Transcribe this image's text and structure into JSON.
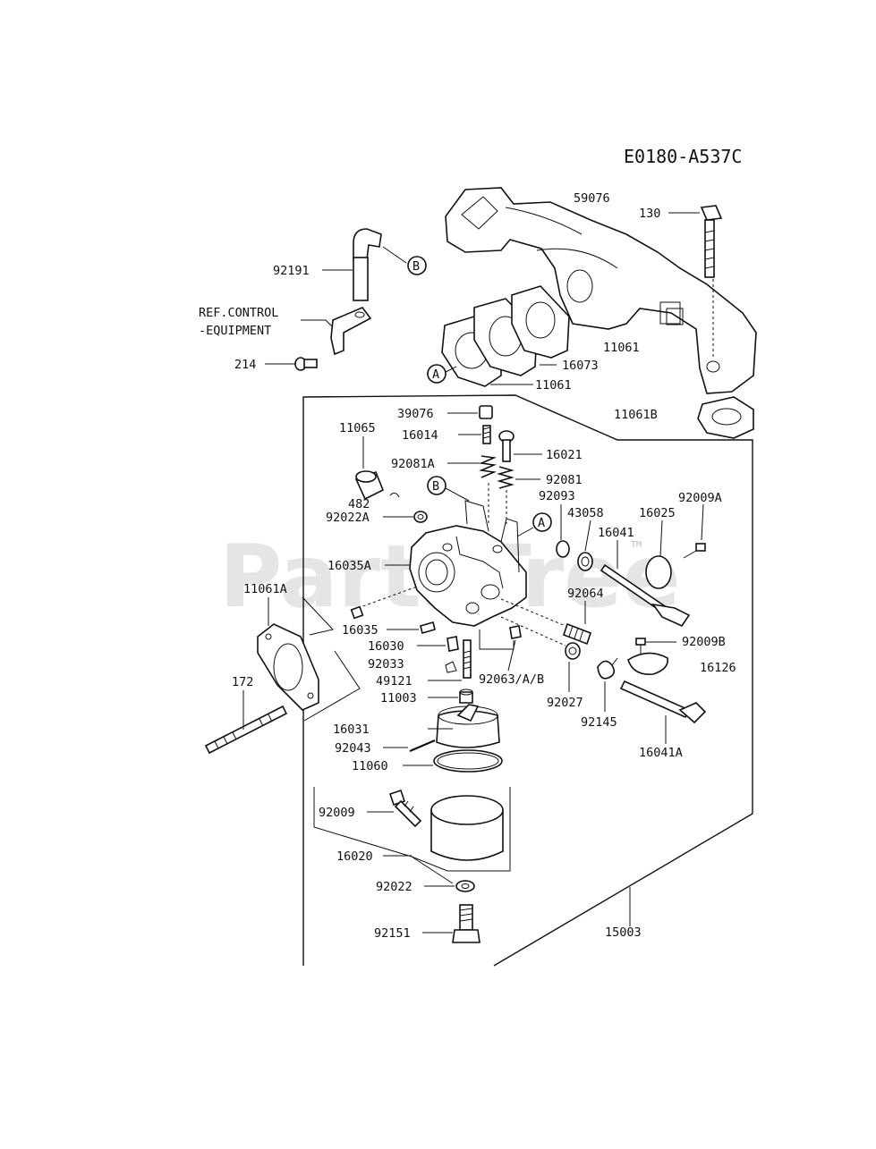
{
  "diagram_code": "E0180-A537C",
  "watermark": "PartsTree",
  "trademark": "TM",
  "ref_control_line1": "REF.CONTROL",
  "ref_control_line2": "-EQUIPMENT",
  "callout_a": "A",
  "callout_b": "B",
  "labels": {
    "p59076": "59076",
    "p130": "130",
    "p92191": "92191",
    "p214": "214",
    "p11061_a": "11061",
    "p16073": "16073",
    "p11061_b": "11061",
    "p11061B": "11061B",
    "p39076": "39076",
    "p11065": "11065",
    "p16014": "16014",
    "p16021": "16021",
    "p92081A": "92081A",
    "p92081": "92081",
    "p482": "482",
    "p92093": "92093",
    "p92009A": "92009A",
    "p92022A": "92022A",
    "p43058": "43058",
    "p16025": "16025",
    "p16041": "16041",
    "p16035A": "16035A",
    "p11061A": "11061A",
    "p92064": "92064",
    "p16035": "16035",
    "p92009B": "92009B",
    "p16030": "16030",
    "p16126": "16126",
    "p92033": "92033",
    "p92063": "92063/A/B",
    "p49121": "49121",
    "p172": "172",
    "p11003": "11003",
    "p92027": "92027",
    "p92145": "92145",
    "p16031": "16031",
    "p16041A": "16041A",
    "p92043": "92043",
    "p11060": "11060",
    "p92009": "92009",
    "p16020": "16020",
    "p92022": "92022",
    "p92151": "92151",
    "p15003": "15003"
  }
}
